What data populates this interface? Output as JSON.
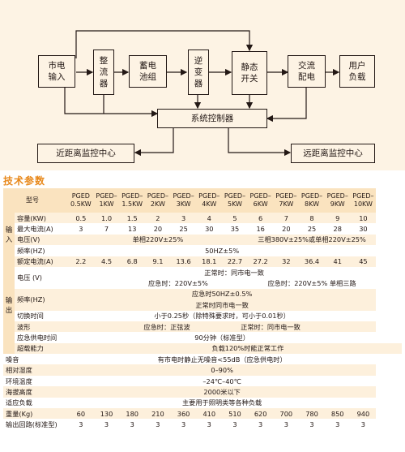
{
  "diagram": {
    "utility_input": "市电\n输入",
    "rectifier": "整\n流\n器",
    "battery": "蓄电\n池组",
    "inverter": "逆\n变\n器",
    "static_switch": "静态\n开关",
    "ac_distribution": "交流\n配电",
    "user_load": "用户\n负载",
    "system_controller": "系统控制器",
    "near_monitor": "近距离监控中心",
    "remote_monitor": "远距离监控中心"
  },
  "section_title": "技术参数",
  "table": {
    "model_label": "型号",
    "models": [
      "PGED\n0.5KW",
      "PGED–\n1KW",
      "PGED–\n1.5KW",
      "PGED–\n2KW",
      "PGED–\n3KW",
      "PGED–\n4KW",
      "PGED–\n5KW",
      "PGED–\n6KW",
      "PGED–\n7KW",
      "PGED–\n8KW",
      "PGED–\n9KW",
      "PGED–\n10KW"
    ],
    "input_group": "输\n入",
    "output_group": "输\n出",
    "capacity_label": "容量(KW)",
    "capacity": [
      "0.5",
      "1.0",
      "1.5",
      "2",
      "3",
      "4",
      "5",
      "6",
      "7",
      "8",
      "9",
      "10"
    ],
    "max_current_label": "最大电流(A)",
    "max_current": [
      "3",
      "7",
      "13",
      "20",
      "25",
      "30",
      "35",
      "16",
      "20",
      "25",
      "28",
      "30"
    ],
    "voltage_in_label": "电压(V)",
    "voltage_in_a": "单相220V±25%",
    "voltage_in_b": "三相380V±25%或单相220V±25%",
    "freq_in_label": "频率(HZ)",
    "freq_in": "50HZ±5%",
    "rated_current_label": "额定电流(A)",
    "rated_current": [
      "2.2",
      "4.5",
      "6.8",
      "9.1",
      "13.6",
      "18.1",
      "22.7",
      "27.2",
      "32",
      "36.4",
      "41",
      "45"
    ],
    "voltage_out_label": "电压 (V)",
    "voltage_out_normal": "正常时：同市电一致",
    "voltage_out_emg_a": "应急时：220V±5%",
    "voltage_out_emg_b": "应急时：220V±5%  单相三路",
    "freq_out_label": "频率(HZ)",
    "freq_out_emg": "应急时50HZ±0.5%",
    "freq_out_normal": "正常时同市电一致",
    "switch_time_label": "切换时间",
    "switch_time": "小于0.25秒（除特殊要求时，可小于0.01秒）",
    "waveform_label": "波形",
    "waveform": "应急时：正弦波                        正常时：同市电一致",
    "emg_time_label": "应急供电时间",
    "emg_time": "90分钟（标准型）",
    "overload_label": "超载能力",
    "overload": "负载120%时能正常工作",
    "noise_label": "噪音",
    "noise": "有市电时静止无噪音<55dB（应急供电时）",
    "humidity_label": "相对湿度",
    "humidity": "0–90%",
    "temp_label": "环境温度",
    "temp": "–24℃–40℃",
    "altitude_label": "海拔高度",
    "altitude": "2000米以下",
    "load_label": "适应负载",
    "load": "主要用于照明类等各种负载",
    "weight_label": "重量(Kg)",
    "weight": [
      "60",
      "130",
      "180",
      "210",
      "360",
      "410",
      "510",
      "620",
      "700",
      "780",
      "850",
      "940"
    ],
    "circuits_label": "输出回路(标准型)",
    "circuits": [
      "3",
      "3",
      "3",
      "3",
      "3",
      "3",
      "3",
      "3",
      "3",
      "3",
      "3",
      "3"
    ]
  }
}
